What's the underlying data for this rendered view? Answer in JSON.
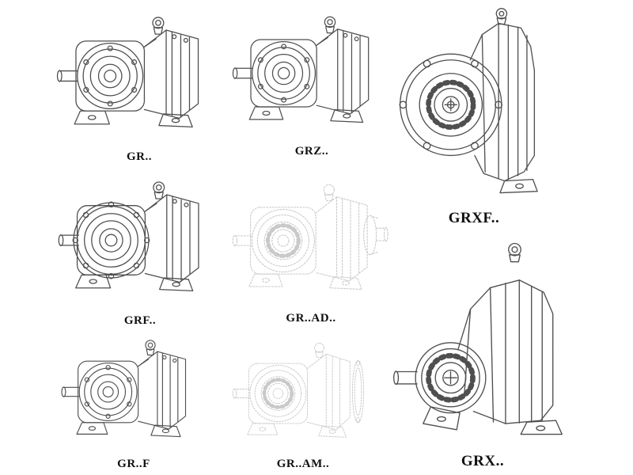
{
  "page": {
    "background": "#ffffff",
    "line_color": "#4f4f4f",
    "faded_line_color": "#c9c9c9",
    "label_color": "#101010"
  },
  "items": [
    {
      "id": "gr",
      "label": "GR..",
      "style": "solid",
      "type": "helical-gear-unit-foot-mounted"
    },
    {
      "id": "grz",
      "label": "GRZ..",
      "style": "solid",
      "type": "helical-gear-unit-foot-mounted"
    },
    {
      "id": "grxf",
      "label": "GRXF..",
      "style": "solid",
      "type": "single-stage-flange-mounted"
    },
    {
      "id": "grf",
      "label": "GRF..",
      "style": "solid",
      "type": "helical-gear-unit-flange-mounted"
    },
    {
      "id": "gr-ad",
      "label": "GR..AD..",
      "style": "faded",
      "type": "helical-gear-unit-input-adapter"
    },
    {
      "id": "gr-f",
      "label": "GR..F",
      "style": "solid",
      "type": "helical-gear-unit-foot-flange"
    },
    {
      "id": "gr-am",
      "label": "GR..AM..",
      "style": "faded",
      "type": "helical-gear-unit-motor-adapter"
    },
    {
      "id": "grx",
      "label": "GRX..",
      "style": "solid",
      "type": "single-stage-foot-mounted"
    }
  ]
}
